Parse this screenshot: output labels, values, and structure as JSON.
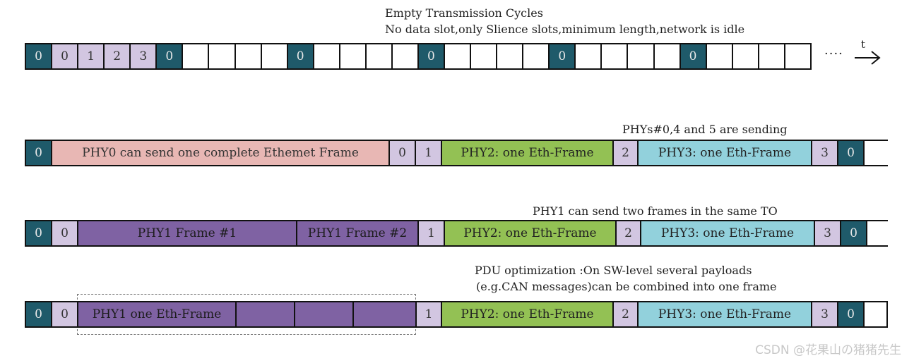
{
  "captions": {
    "row1_line1": "Empty Transmission Cycles",
    "row1_line2": "No data slot,only Slience slots,minimum length,network is idle",
    "row2": "PHYs#0,4 and 5 are sending",
    "row3": "PHY1 can send two frames in the same TO",
    "row4_line1": "PDU optimization :On SW-level several payloads",
    "row4_line2": "(e.g.CAN messages)can be combined into one frame"
  },
  "time_label": "t",
  "ellipsis": "····",
  "watermark": "CSDN @花果山の猪猪先生",
  "colors": {
    "teal": "#1f5a6a",
    "lavender": "#d2c6e1",
    "pink": "#e8b7b4",
    "green": "#93c154",
    "cyan": "#92d1dc",
    "purple": "#7f62a3"
  },
  "row1": {
    "labels": [
      "0",
      "0",
      "1",
      "2",
      "3",
      "0",
      "",
      "",
      "",
      "",
      "0",
      "",
      "",
      "",
      "",
      "0",
      "",
      "",
      "",
      "",
      "0",
      "",
      "",
      "",
      "",
      "0",
      "",
      "",
      "",
      ""
    ],
    "cells": [
      "teal",
      "lav",
      "lav",
      "lav",
      "lav",
      "teal",
      "white",
      "white",
      "white",
      "white",
      "teal",
      "white",
      "white",
      "white",
      "white",
      "teal",
      "white",
      "white",
      "white",
      "white",
      "teal",
      "white",
      "white",
      "white",
      "white",
      "teal",
      "white",
      "white",
      "white",
      "white"
    ]
  },
  "row2": {
    "labels": [
      "0",
      "PHY0 can send one complete Ethemet Frame",
      "0",
      "1",
      "PHY2: one Eth-Frame",
      "2",
      "PHY3: one Eth-Frame",
      "3",
      "0",
      ""
    ]
  },
  "row3": {
    "labels": [
      "0",
      "0",
      "PHY1 Frame #1",
      "PHY1 Frame #2",
      "1",
      "PHY2: one Eth-Frame",
      "2",
      "PHY3: one Eth-Frame",
      "3",
      "0",
      ""
    ]
  },
  "row4": {
    "labels": [
      "0",
      "0",
      "PHY1 one Eth-Frame",
      "",
      "",
      "",
      "1",
      "PHY2: one Eth-Frame",
      "2",
      "PHY3: one Eth-Frame",
      "3",
      "0",
      ""
    ]
  }
}
